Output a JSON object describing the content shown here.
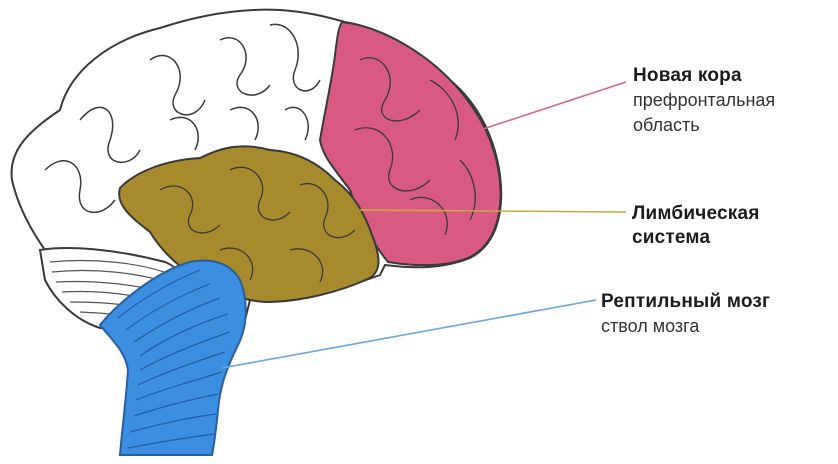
{
  "diagram": {
    "labels": {
      "neocortex": {
        "title": "Новая кора",
        "subtitle_line1": "префронтальная",
        "subtitle_line2": "область"
      },
      "limbic": {
        "title_line1": "Лимбическая",
        "title_line2": "система"
      },
      "reptile": {
        "title": "Рептильный мозг",
        "subtitle": "ствол мозга"
      }
    },
    "colors": {
      "prefrontal": "#d85a83",
      "limbic": "#a68a2c",
      "brainstem": "#3b8ee0",
      "cerebellum": "#ffffff",
      "cortex": "#ffffff",
      "outline": "#3a3a3a",
      "neocortex_line": "#d4648c",
      "limbic_line": "#c9a93c",
      "reptile_line": "#6aa6e0"
    }
  }
}
